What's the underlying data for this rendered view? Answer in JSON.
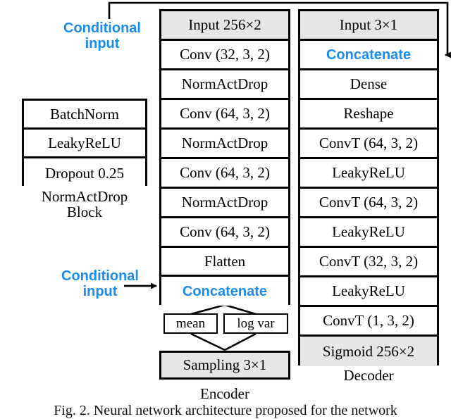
{
  "figure": {
    "caption": "Fig. 2.  Neural network architecture proposed for the network",
    "accent_blue": "#1a8cf0",
    "shade_gray": "#e6e6e6",
    "stroke": "#000000"
  },
  "encoder": {
    "title": "Encoder",
    "rows": [
      {
        "label": "Input 256×2",
        "shaded": true,
        "blue": false
      },
      {
        "label": "Conv (32, 3, 2)",
        "shaded": false,
        "blue": false
      },
      {
        "label": "NormActDrop",
        "shaded": false,
        "blue": false
      },
      {
        "label": "Conv (64, 3, 2)",
        "shaded": false,
        "blue": false
      },
      {
        "label": "NormActDrop",
        "shaded": false,
        "blue": false
      },
      {
        "label": "Conv (64, 3, 2)",
        "shaded": false,
        "blue": false
      },
      {
        "label": "NormActDrop",
        "shaded": false,
        "blue": false
      },
      {
        "label": "Conv (64, 3, 2)",
        "shaded": false,
        "blue": false
      },
      {
        "label": "Flatten",
        "shaded": false,
        "blue": false
      },
      {
        "label": "Concatenate",
        "shaded": false,
        "blue": true
      }
    ],
    "latent": {
      "mean_label": "mean",
      "logvar_label": "log var",
      "sampling_label": "Sampling 3×1"
    }
  },
  "decoder": {
    "title": "Decoder",
    "rows": [
      {
        "label": "Input 3×1",
        "shaded": true,
        "blue": false
      },
      {
        "label": "Concatenate",
        "shaded": false,
        "blue": true
      },
      {
        "label": "Dense",
        "shaded": false,
        "blue": false
      },
      {
        "label": "Reshape",
        "shaded": false,
        "blue": false
      },
      {
        "label": "ConvT (64, 3, 2)",
        "shaded": false,
        "blue": false
      },
      {
        "label": "LeakyReLU",
        "shaded": false,
        "blue": false
      },
      {
        "label": "ConvT (64, 3, 2)",
        "shaded": false,
        "blue": false
      },
      {
        "label": "LeakyReLU",
        "shaded": false,
        "blue": false
      },
      {
        "label": "ConvT (32, 3, 2)",
        "shaded": false,
        "blue": false
      },
      {
        "label": "LeakyReLU",
        "shaded": false,
        "blue": false
      },
      {
        "label": "ConvT (1, 3, 2)",
        "shaded": false,
        "blue": false
      },
      {
        "label": "Sigmoid 256×2",
        "shaded": true,
        "blue": false
      }
    ]
  },
  "normactdrop_block": {
    "caption_line1": "NormActDrop",
    "caption_line2": "Block",
    "rows": [
      {
        "label": "BatchNorm"
      },
      {
        "label": "LeakyReLU"
      },
      {
        "label": "Dropout 0.25"
      }
    ]
  },
  "annotations": {
    "conditional_top_line1": "Conditional",
    "conditional_top_line2": "input",
    "conditional_bottom_line1": "Conditional",
    "conditional_bottom_line2": "input"
  }
}
